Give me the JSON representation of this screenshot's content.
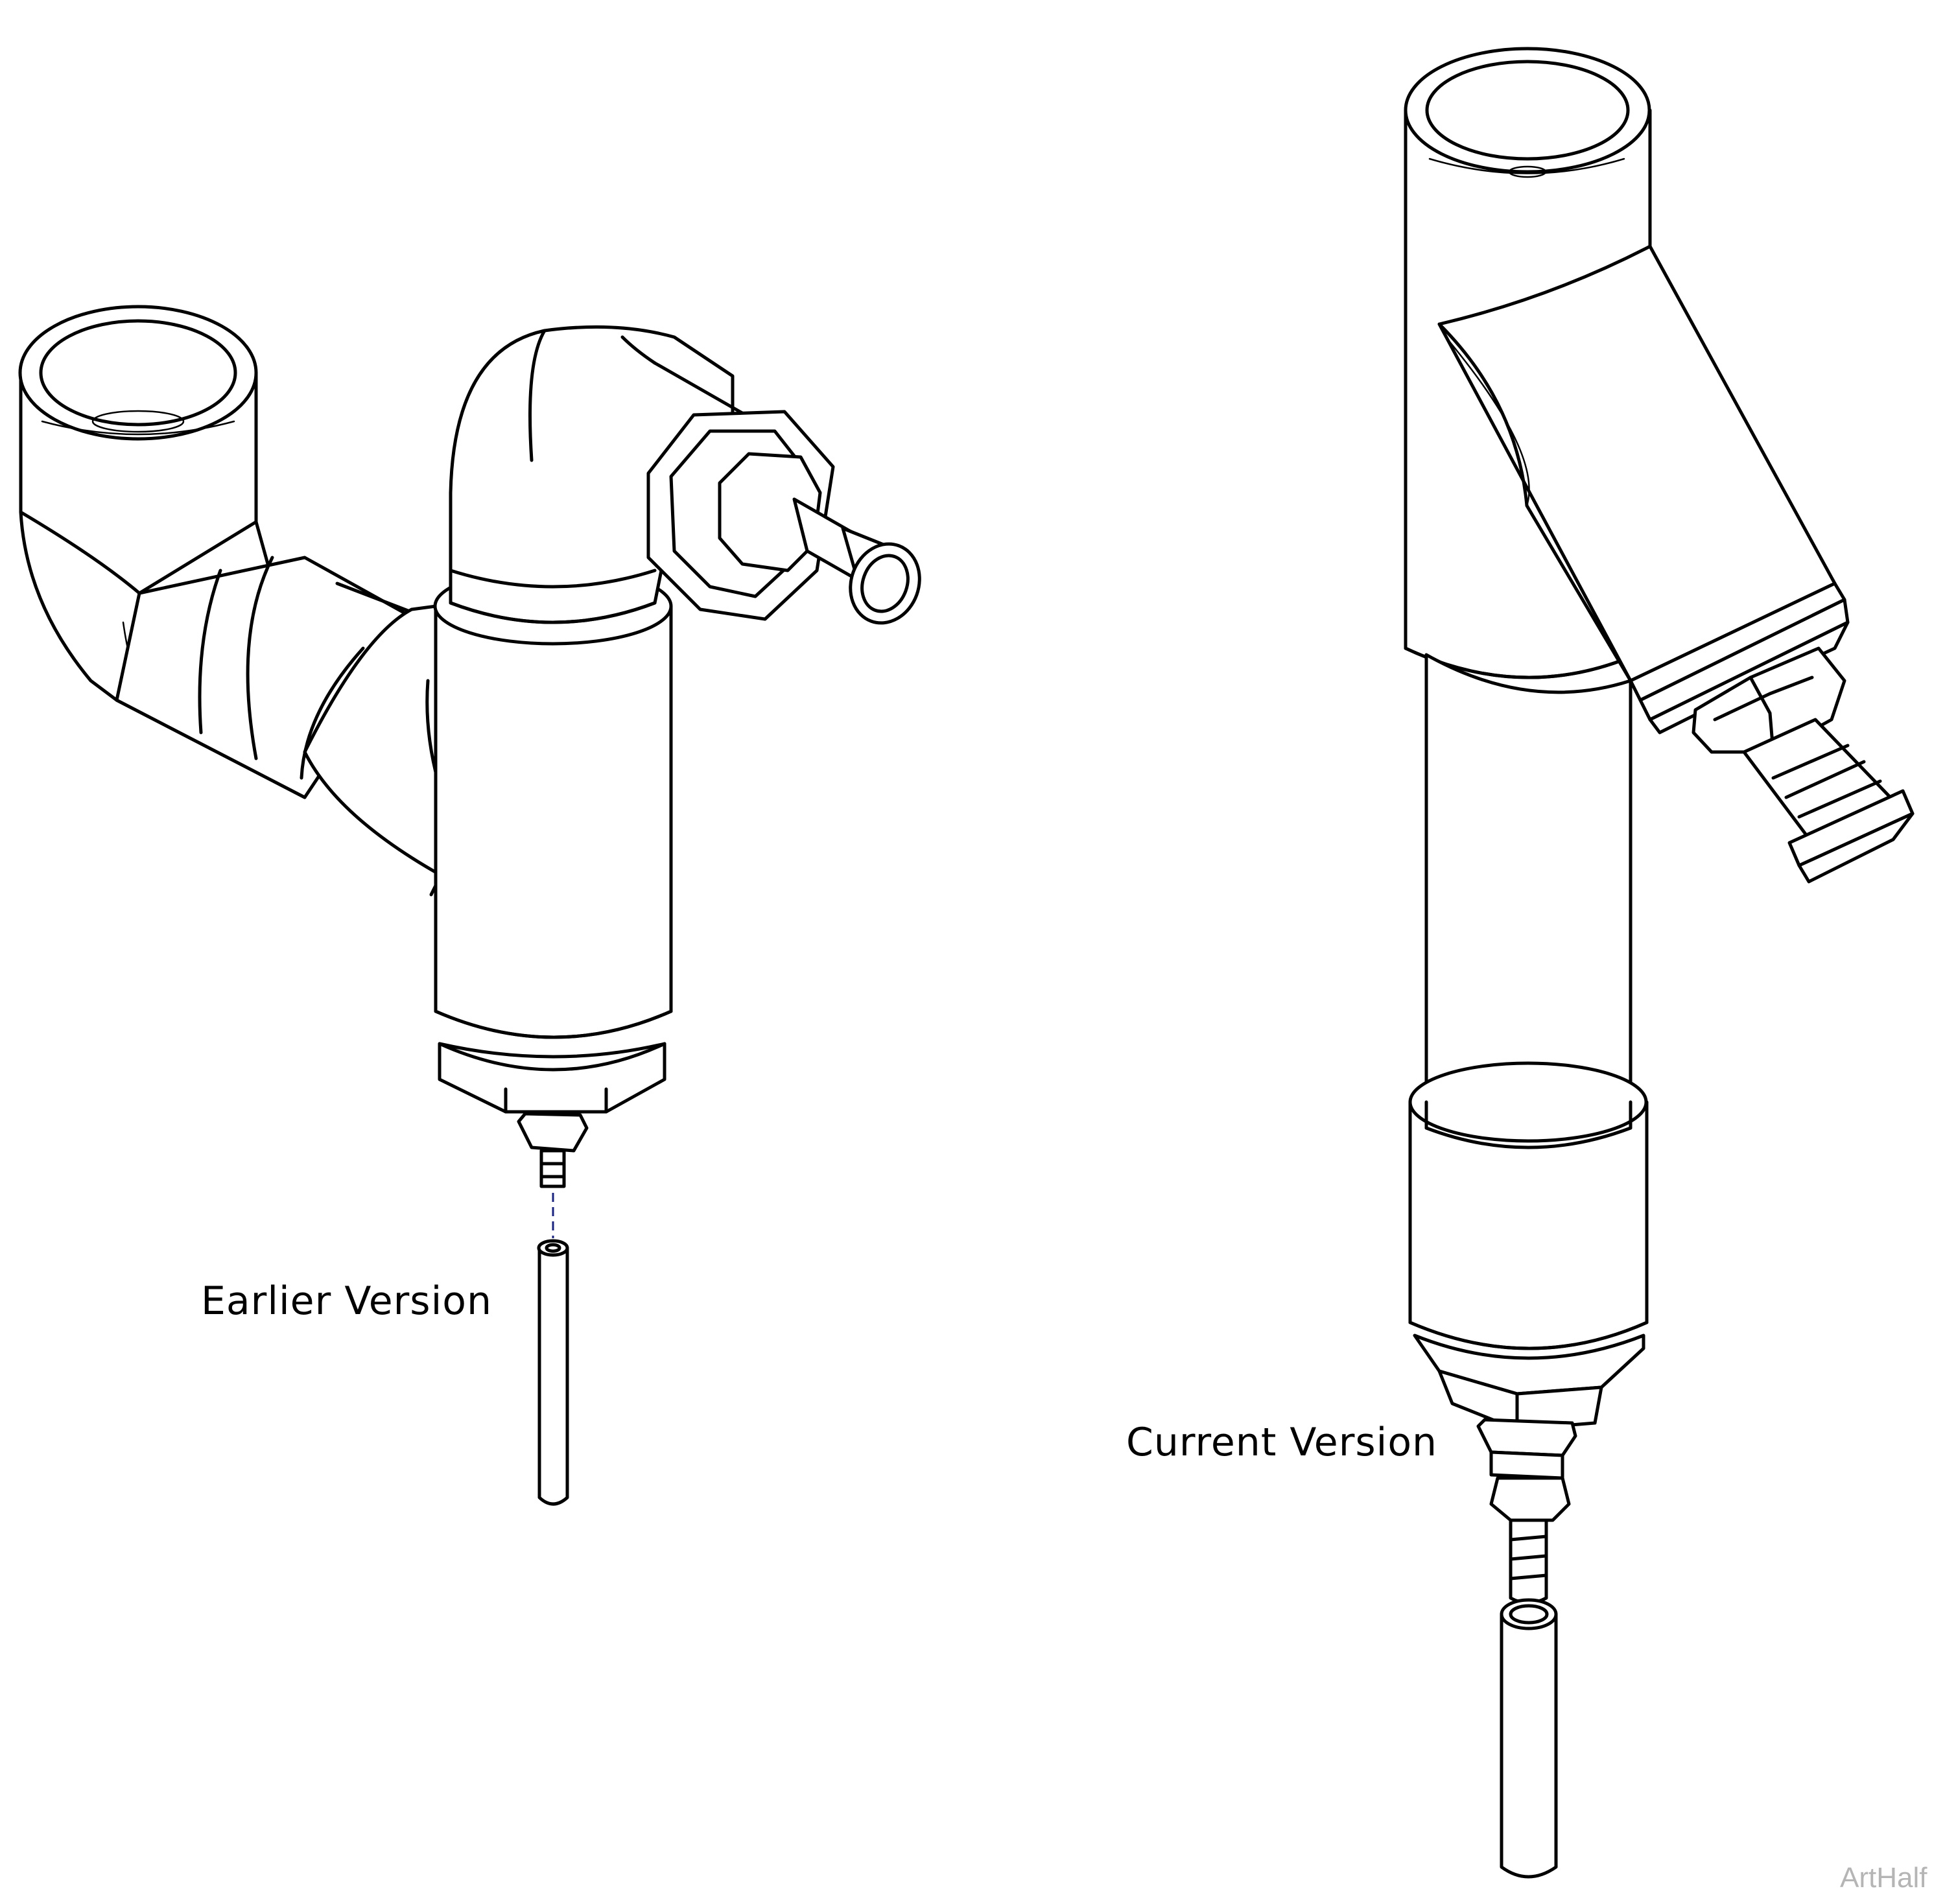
{
  "labels": {
    "earlier": "Earlier Version",
    "current": "Current Version"
  },
  "watermark": "ArtHalf",
  "colors": {
    "line": "#000000",
    "leader": "#1a237e",
    "watermark": "#b5b5b5",
    "background": "#ffffff"
  }
}
